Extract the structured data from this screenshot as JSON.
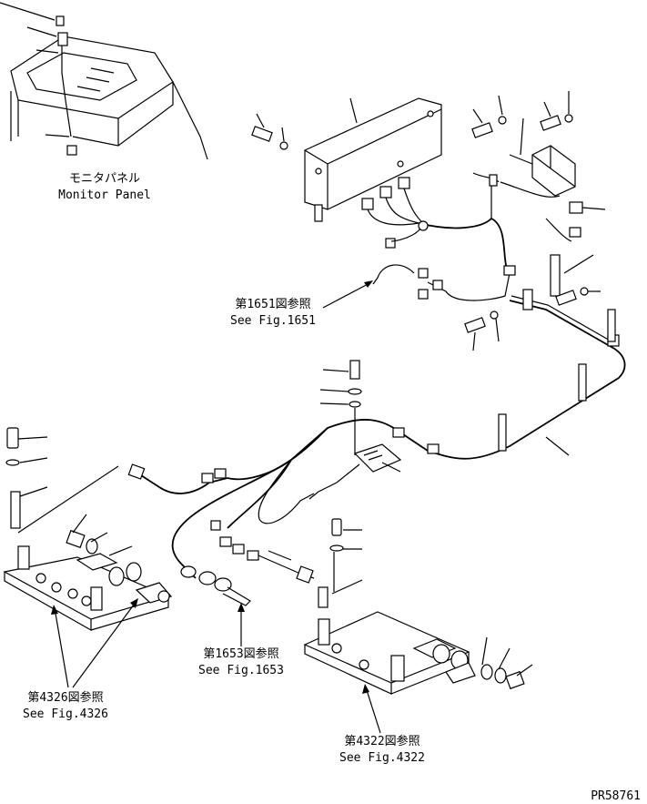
{
  "labels": {
    "monitor_jp": "モニタパネル",
    "monitor_en": "Monitor Panel",
    "ref1651_jp": "第1651図参照",
    "ref1651_en": "See Fig.1651",
    "ref1653_jp": "第1653図参照",
    "ref1653_en": "See Fig.1653",
    "ref4326_jp": "第4326図参照",
    "ref4326_en": "See Fig.4326",
    "ref4322_jp": "第4322図参照",
    "ref4322_en": "See Fig.4322",
    "drawing_no": "PR58761"
  }
}
